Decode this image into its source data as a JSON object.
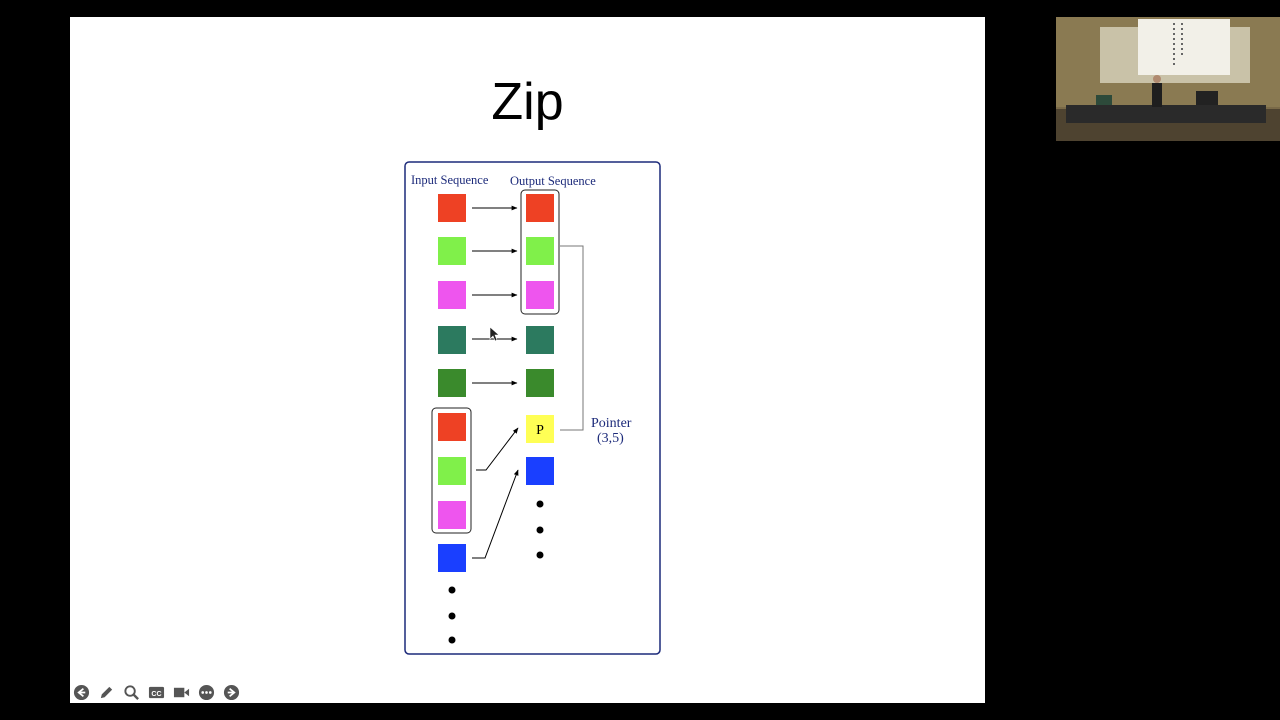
{
  "slide": {
    "title": "Zip"
  },
  "diagram": {
    "input_label": "Input Sequence",
    "output_label": "Output Sequence",
    "pointer_label": "Pointer",
    "pointer_value": "(3,5)",
    "pointer_marker": "P",
    "input_blocks": [
      "red",
      "light-green",
      "magenta",
      "teal",
      "green",
      "red",
      "light-green",
      "magenta",
      "blue"
    ],
    "output_blocks": [
      "red",
      "light-green",
      "magenta",
      "teal",
      "green",
      "pointer",
      "blue"
    ],
    "colors": {
      "red": "#ee4124",
      "light-green": "#80f04a",
      "magenta": "#ee55ee",
      "teal": "#2c7a5f",
      "green": "#3a8a2c",
      "blue": "#1a3fff",
      "pointer": "#ffff55",
      "frame": "#1c2a7a"
    }
  },
  "toolbar": {
    "icons": [
      "back-icon",
      "pen-icon",
      "zoom-icon",
      "captions-icon",
      "video-icon",
      "more-icon",
      "forward-icon"
    ]
  }
}
